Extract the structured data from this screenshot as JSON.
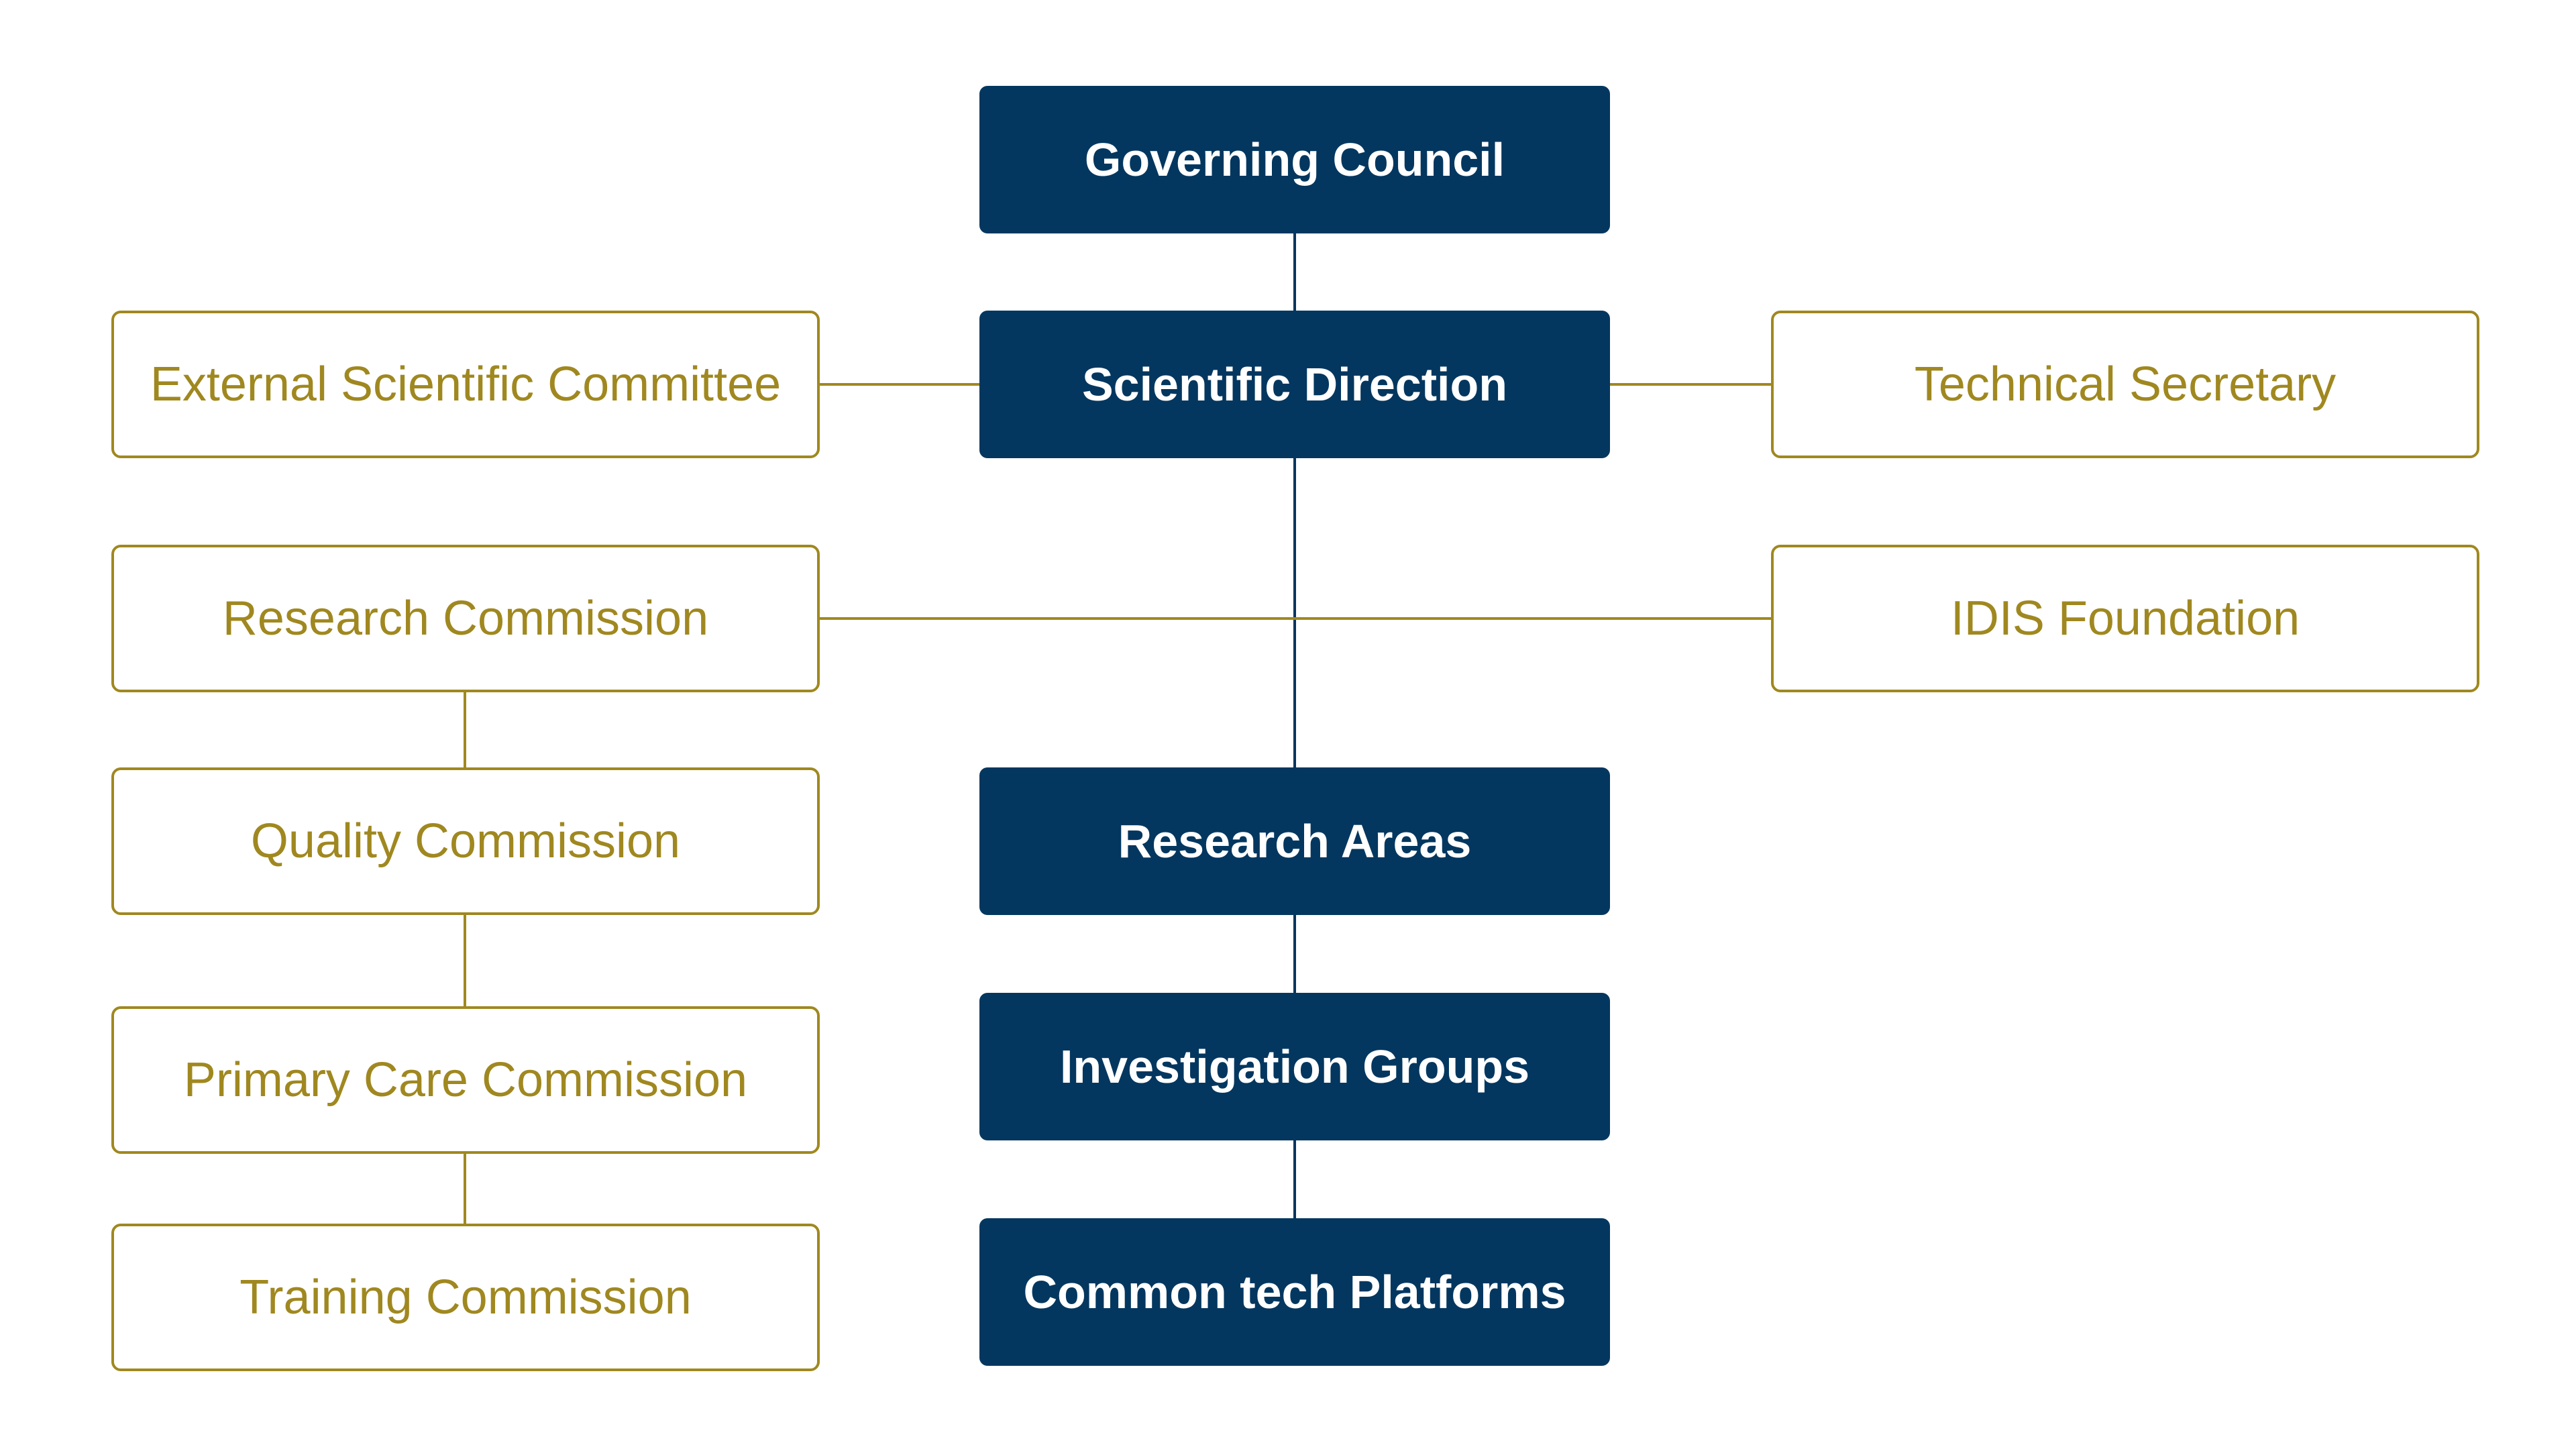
{
  "diagram": {
    "colors": {
      "primary_fill": "#04375f",
      "primary_text": "#ffffff",
      "secondary_border": "#a08820",
      "secondary_text": "#a08820",
      "background": "#ffffff"
    },
    "primary_nodes": {
      "governing_council": "Governing Council",
      "scientific_direction": "Scientific Direction",
      "research_areas": "Research Areas",
      "investigation_groups": "Investigation Groups",
      "common_tech_platforms": "Common tech Platforms"
    },
    "left_nodes": {
      "external_scientific_committee": "External Scientific Committee",
      "research_commission": "Research Commission",
      "quality_commission": "Quality Commission",
      "primary_care_commission": "Primary Care Commission",
      "training_commission": "Training Commission"
    },
    "right_nodes": {
      "technical_secretary": "Technical Secretary",
      "idis_foundation": "IDIS Foundation"
    }
  }
}
